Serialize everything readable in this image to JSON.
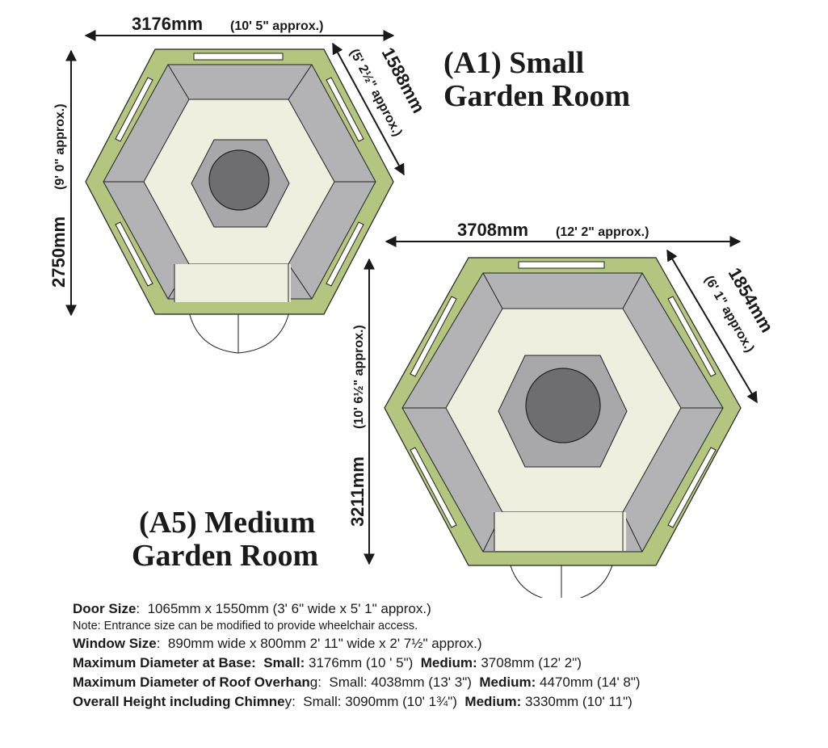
{
  "diagram": {
    "small_room": {
      "title_line1": "(A1) Small",
      "title_line2": "Garden Room",
      "width_label": "3176mm",
      "width_approx": "(10' 5\" approx.)",
      "side_label": "1588mm",
      "side_approx": "(5' 2½\" approx.)",
      "depth_label": "2750mm",
      "depth_approx": "(9' 0\" approx.)"
    },
    "medium_room": {
      "title_line1": "(A5) Medium",
      "title_line2": "Garden Room",
      "width_label": "3708mm",
      "width_approx": "(12' 2\" approx.)",
      "side_label": "1854mm",
      "side_approx": "(6' 1\" approx.)",
      "depth_label": "3211mm",
      "depth_approx": "(10' 6½\" approx.)"
    },
    "colors": {
      "wall": "#b3c57e",
      "bench": "#b3b3b6",
      "floor": "#efefdf",
      "stove_base": "#a8a8aa",
      "stove": "#6e6e70",
      "window": "#ffffff",
      "outline": "#222222"
    }
  },
  "specs": {
    "door_label": "Door Size",
    "door_value": "1065mm x 1550mm (3' 6\" wide x 5' 1\" approx.)",
    "note": "Note: Entrance size can be modified to provide wheelchair access.",
    "window_label": "Window Size",
    "window_value": "890mm wide x 800mm 2' 11\" wide x 2' 7½\" approx.)",
    "base_label": "Maximum Diameter at Base:",
    "base_small_label": "Small:",
    "base_small_value": "3176mm (10 ' 5\")",
    "base_medium_label": "Medium:",
    "base_medium_value": "3708mm (12' 2\")",
    "roof_label": "Maximum Diameter of Roof Overhan",
    "roof_label_tail": "g:",
    "roof_small_value": "Small: 4038mm (13' 3\")",
    "roof_medium_label": "Medium:",
    "roof_medium_value": "4470mm (14' 8\")",
    "height_label": "Overall Height including Chimne",
    "height_label_tail": "y:",
    "height_small_value": "Small: 3090mm (10' 1¾\")",
    "height_medium_label": "Medium:",
    "height_medium_value": "3330mm (10' 11\")"
  }
}
